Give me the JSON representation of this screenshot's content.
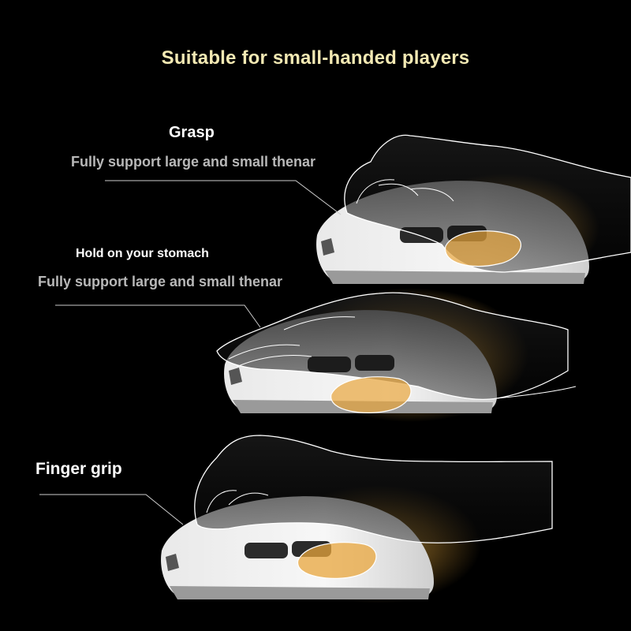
{
  "headline": "Suitable for small-handed players",
  "sections": [
    {
      "title": "Grasp",
      "subtitle": "Fully support large and small thenar"
    },
    {
      "title": "Hold on your stomach",
      "subtitle": "Fully support large and small thenar"
    },
    {
      "title": "Finger grip",
      "subtitle": ""
    }
  ],
  "colors": {
    "background": "#000000",
    "headline": "#f3e9b3",
    "glow": "#f0b43c",
    "mouse": "#f2f2f2"
  }
}
